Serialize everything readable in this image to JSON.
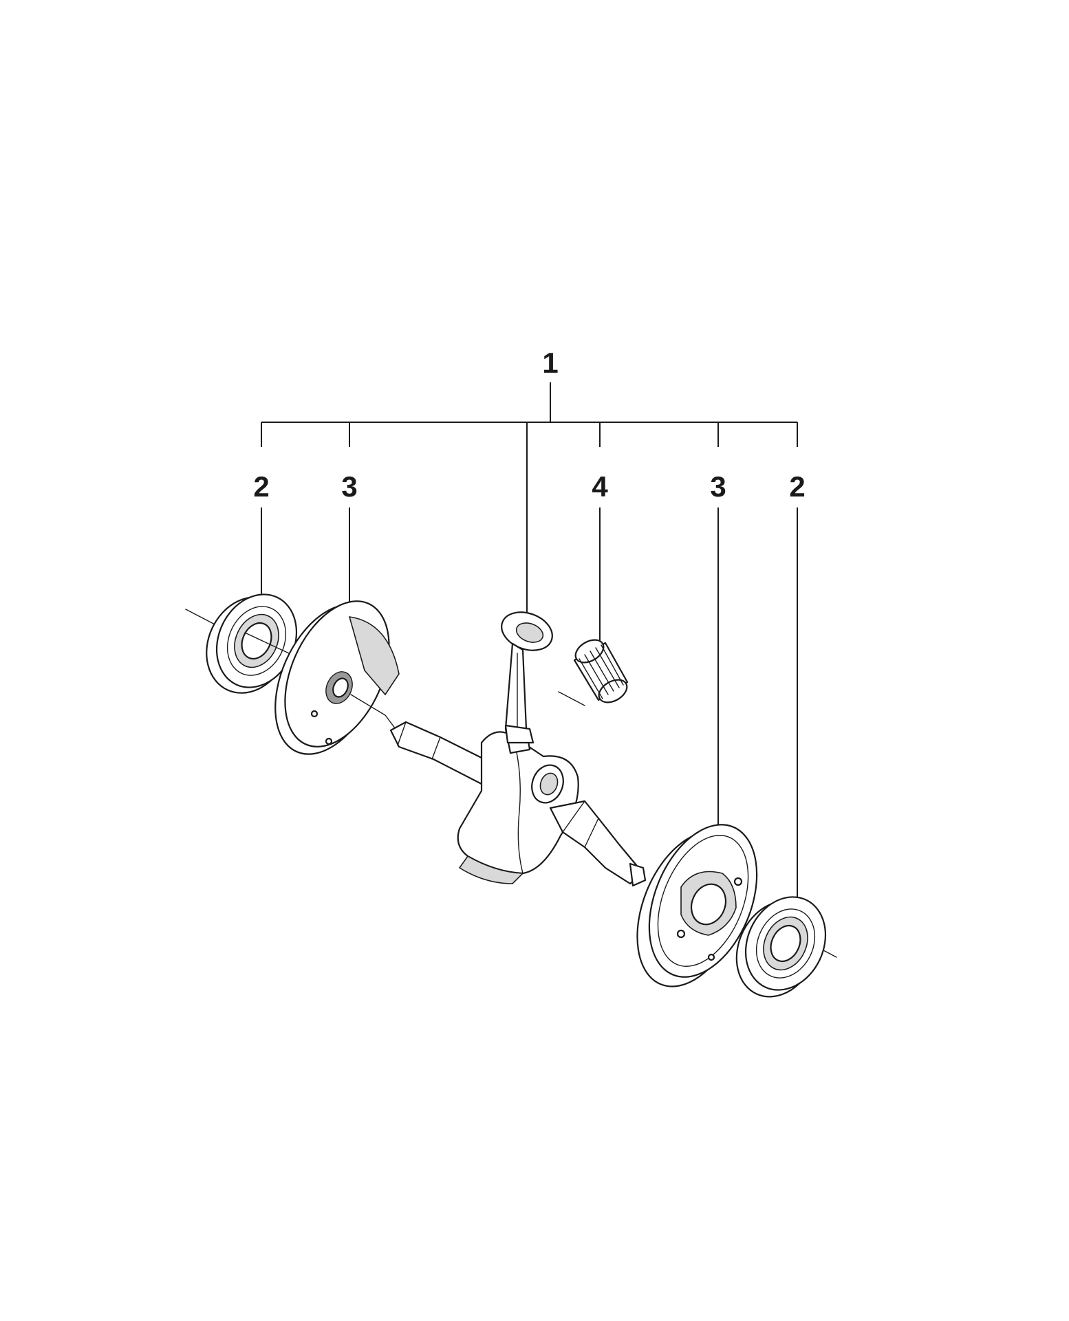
{
  "callouts": {
    "top": "1",
    "bearing_left": "2",
    "web_left": "3",
    "needle_bearing": "4",
    "web_right": "3",
    "bearing_right": "2"
  }
}
